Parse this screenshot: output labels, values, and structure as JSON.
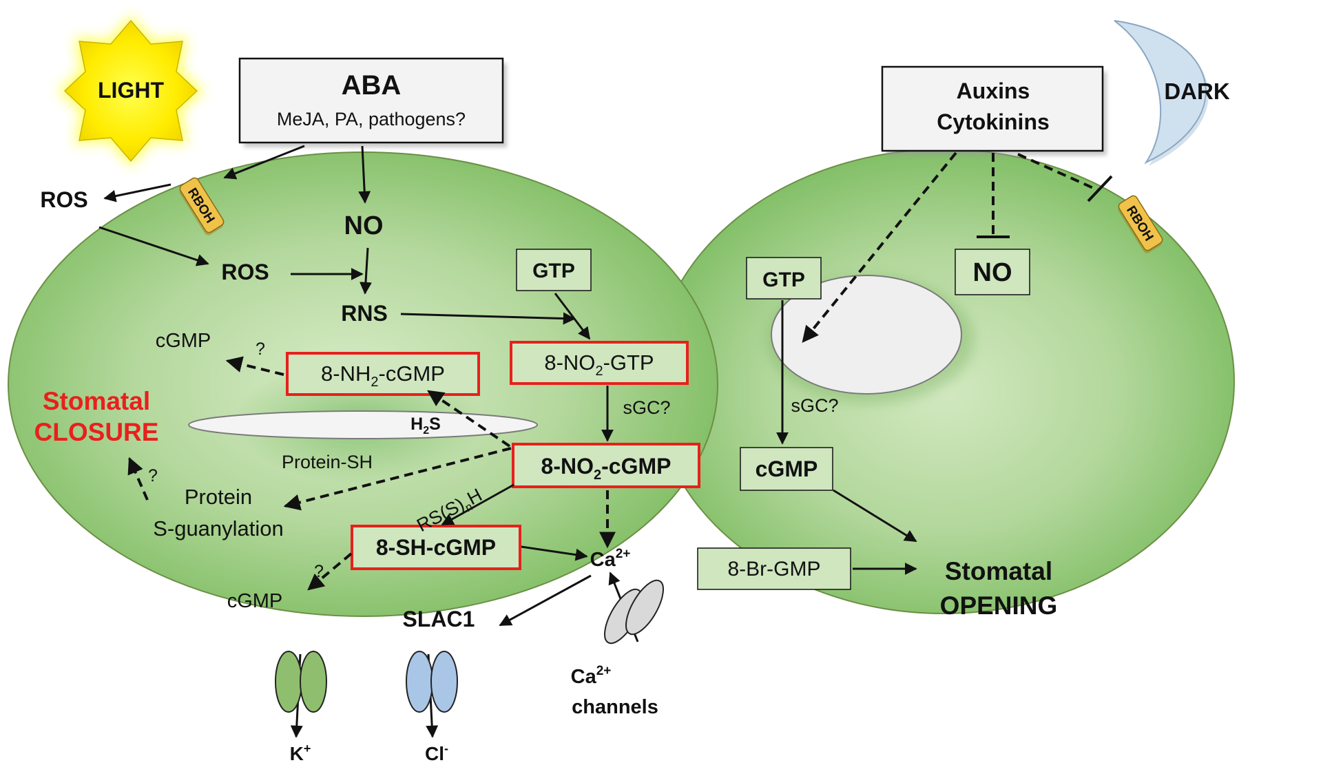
{
  "colors": {
    "cell_fill": "#a9cf95",
    "cell_edge": "#6aaa55",
    "box_border_red": "#e8201c",
    "rboh_fill": "#f1c24a",
    "light_fill": "#ffec00",
    "dark_fill": "#cfe0ef",
    "k_channel": "#8fbf6e",
    "cl_channel": "#a9c6e6",
    "ca_channel": "#d9d9d9"
  },
  "icons": {
    "light": "star-burst",
    "dark": "crescent-moon",
    "channel": "paired-oval-pore"
  },
  "left": {
    "light": "LIGHT",
    "aba_title": "ABA",
    "aba_sub": "MeJA, PA, pathogens?",
    "rboh": "RBOH",
    "ros_out": "ROS",
    "ros_in": "ROS",
    "no": "NO",
    "rns": "RNS",
    "gtp": "GTP",
    "no2_gtp_a": "8-NO",
    "no2_gtp_sub": "2",
    "no2_gtp_b": "-GTP",
    "sgc": "sGC?",
    "no2_cgmp_a": "8-NO",
    "no2_cgmp_sub": "2",
    "no2_cgmp_b": "-cGMP",
    "nh2_cgmp_a": "8-NH",
    "nh2_cgmp_sub": "2",
    "nh2_cgmp_b": "-cGMP",
    "cgmp_top": "cGMP",
    "q1": "?",
    "h2s_a": "H",
    "h2s_sub": "2",
    "h2s_b": "S",
    "closure_1": "Stomatal",
    "closure_2": "CLOSURE",
    "q2": "?",
    "protein_sh": "Protein-SH",
    "protein_1": "Protein",
    "protein_2": "S-guanylation",
    "rssh_a": "RS(S)",
    "rssh_sub": "n",
    "rssh_b": "H",
    "sh_cgmp": "8-SH-cGMP",
    "ca_a": "Ca",
    "ca_sup": "2+",
    "q3": "?",
    "cgmp_bottom": "cGMP",
    "slac1": "SLAC1",
    "ca_channels_a": "Ca",
    "ca_channels_sup": "2+",
    "ca_channels_b": "channels",
    "k_a": "K",
    "k_sup": "+",
    "cl_a": "Cl",
    "cl_sup": "-"
  },
  "right": {
    "dark": "DARK",
    "auxins": "Auxins",
    "cytokinins": "Cytokinins",
    "rboh": "RBOH",
    "no": "NO",
    "gtp": "GTP",
    "sgc": "sGC?",
    "cgmp": "cGMP",
    "br_gmp": "8-Br-GMP",
    "opening_1": "Stomatal",
    "opening_2": "OPENING"
  }
}
